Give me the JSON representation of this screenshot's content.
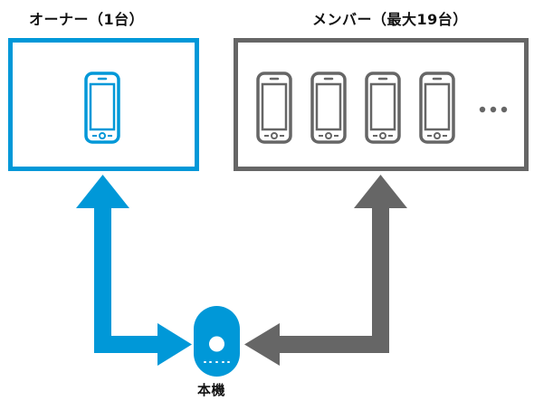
{
  "owner_group": {
    "title": "オーナー（1台）",
    "color": "#0098d8"
  },
  "member_group": {
    "title": "メンバー（最大19台）",
    "color": "#666666",
    "shown_phone_count": 4,
    "more_indicator": "…"
  },
  "device": {
    "label": "本機",
    "color": "#0098d8"
  }
}
